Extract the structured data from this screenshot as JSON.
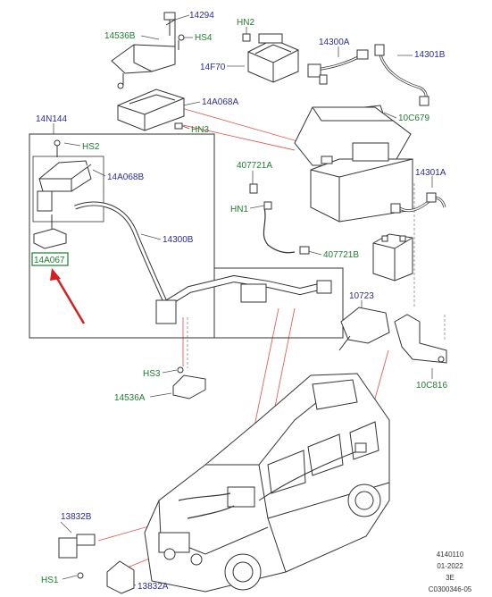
{
  "labels": {
    "c14294": "14294",
    "c14536B": "14536B",
    "hs4": "HS4",
    "hn2": "HN2",
    "c14300A": "14300A",
    "c14301B": "14301B",
    "c14F70": "14F70",
    "c14A068A": "14A068A",
    "c10C679": "10C679",
    "c14N144": "14N144",
    "hn3": "HN3",
    "hs2": "HS2",
    "c14A068B": "14A068B",
    "c407721A": "407721A",
    "c14301A": "14301A",
    "hn1": "HN1",
    "c14300B": "14300B",
    "c407721B": "407721B",
    "c14A067": "14A067",
    "c10723": "10723",
    "hs3": "HS3",
    "c14536A": "14536A",
    "c10C816": "10C816",
    "c13832B": "13832B",
    "hs1": "HS1",
    "c13832A": "13832A"
  },
  "footer": {
    "line1": "4140110",
    "line2": "01-2022",
    "line3": "3E",
    "line4": "C0300346-05"
  },
  "colors": {
    "blue_label": "#2b2b9a",
    "green_label": "#1d7d2e",
    "highlight_arrow": "#d42020",
    "callout_line": "#e06060"
  }
}
